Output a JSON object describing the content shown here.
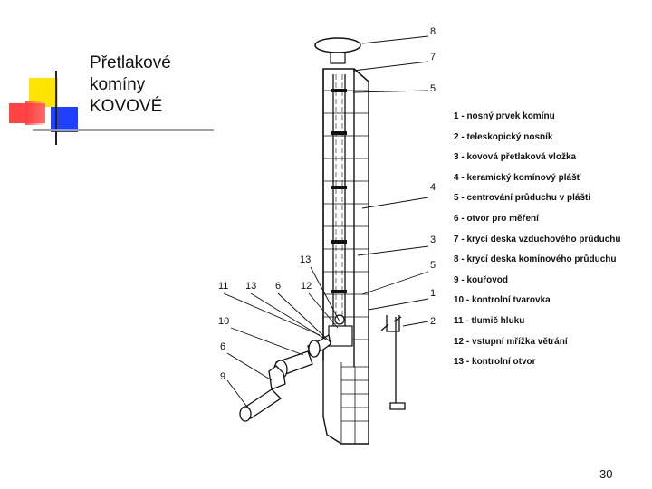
{
  "title_lines": [
    "Přetlakové",
    "komíny",
    "KOVOVÉ"
  ],
  "callouts": {
    "c8": "8",
    "c7": "7",
    "c5a": "5",
    "c4": "4",
    "c3": "3",
    "c5b": "5",
    "c1": "1",
    "c2": "2",
    "c13a": "13",
    "c11": "11",
    "c13b": "13",
    "c6a": "6",
    "c12": "12",
    "c10": "10",
    "c6b": "6",
    "c9": "9"
  },
  "legend": [
    "1  - nosný prvek komínu",
    "2  - teleskopický nosník",
    "3  - kovová přetlaková vložka",
    "4  - keramický komínový plášť",
    "5  - centrování průduchu v plášti",
    "6  - otvor pro měření",
    "7  - krycí deska vzduchového průduchu",
    "8  - krycí deska komínového průduchu",
    "9  - kouřovod",
    "10 - kontrolní tvarovka",
    "11 - tlumič hluku",
    "12 - vstupní mřížka větrání",
    "13 -  kontrolní otvor"
  ],
  "page_number": "30",
  "colors": {
    "accent_yellow": "#ffe400",
    "accent_red": "#ff3030",
    "accent_blue": "#2040ff"
  }
}
